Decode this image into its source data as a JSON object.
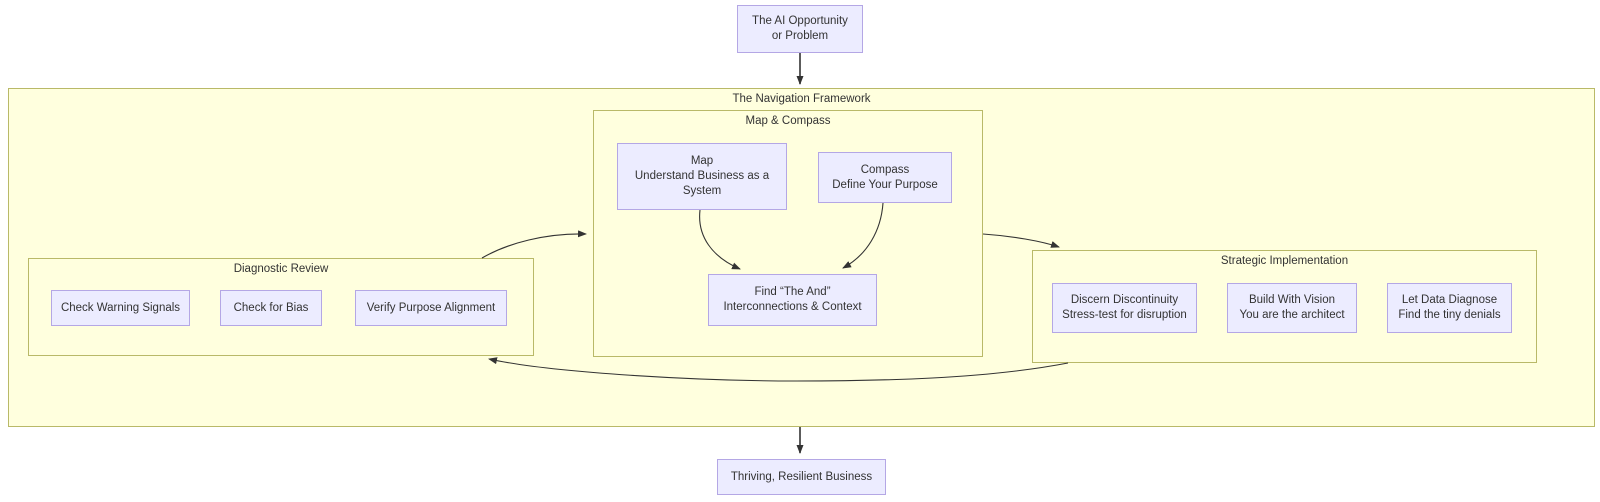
{
  "diagram": {
    "start": {
      "lines": [
        "The AI Opportunity",
        "or Problem"
      ]
    },
    "framework": {
      "title": "The Navigation Framework"
    },
    "map_compass": {
      "title": "Map & Compass",
      "map": {
        "lines": [
          "Map",
          "Understand Business as a",
          "System"
        ]
      },
      "compass": {
        "lines": [
          "Compass",
          "Define Your Purpose"
        ]
      },
      "find": {
        "lines": [
          "Find “The And”",
          "Interconnections & Context"
        ]
      }
    },
    "diagnostic": {
      "title": "Diagnostic Review",
      "check_warning": "Check Warning Signals",
      "check_bias": "Check for Bias",
      "verify_alignment": "Verify Purpose Alignment"
    },
    "strategic": {
      "title": "Strategic Implementation",
      "discern": {
        "lines": [
          "Discern Discontinuity",
          "Stress-test for disruption"
        ]
      },
      "build": {
        "lines": [
          "Build With Vision",
          "You are the architect"
        ]
      },
      "data": {
        "lines": [
          "Let Data Diagnose",
          "Find the tiny denials"
        ]
      }
    },
    "end": {
      "label": "Thriving, Resilient Business"
    },
    "colors": {
      "node_fill": "#ECECFF",
      "node_border": "#b4a7e5",
      "cluster_fill": "#FFFFDE",
      "cluster_border": "#b9b968",
      "edge": "#333333",
      "text": "#333333"
    }
  }
}
